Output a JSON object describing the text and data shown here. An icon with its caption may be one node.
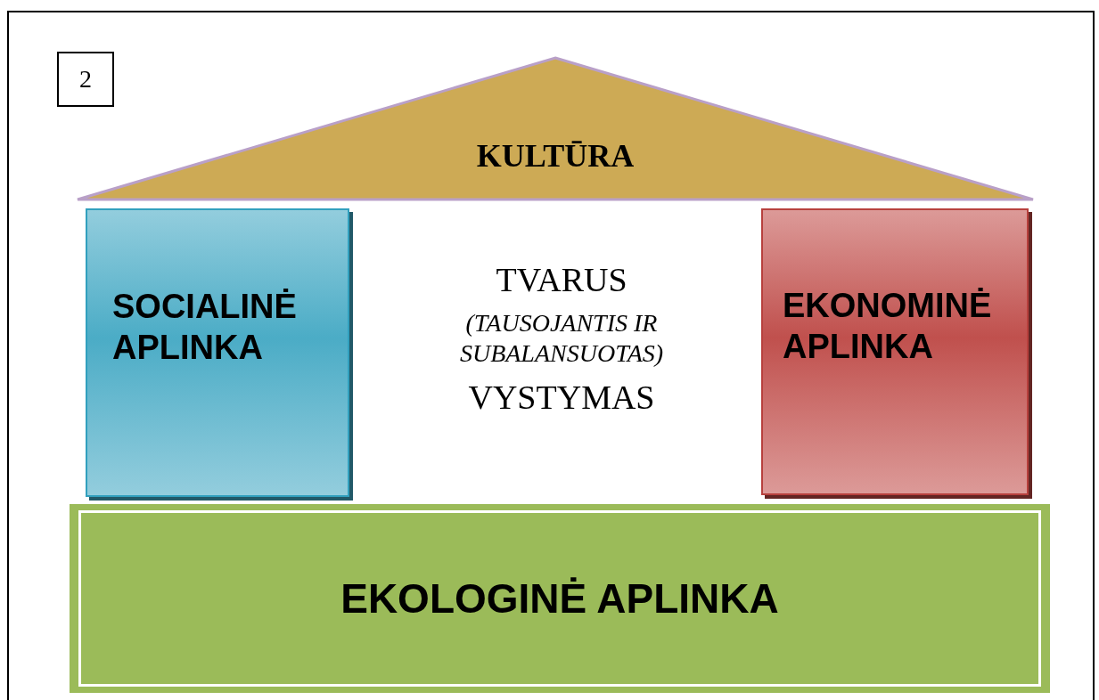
{
  "diagram": {
    "nodes": [
      {
        "text": [
          "2"
        ]
      },
      {
        "text": [
          "KULTŪRA"
        ]
      },
      {
        "text": [
          "SOCIALINĖ APLINKA"
        ]
      },
      {
        "text": [
          "EKONOMINĖ APLINKA"
        ]
      },
      {
        "text": [
          "EKOLOGINĖ APLINKA"
        ]
      }
    ],
    "edges": [],
    "labels": [
      "TVARUS",
      "(TAUSOJANTIS IR SUBALANSUOTAS)",
      "VYSTYMAS"
    ]
  }
}
